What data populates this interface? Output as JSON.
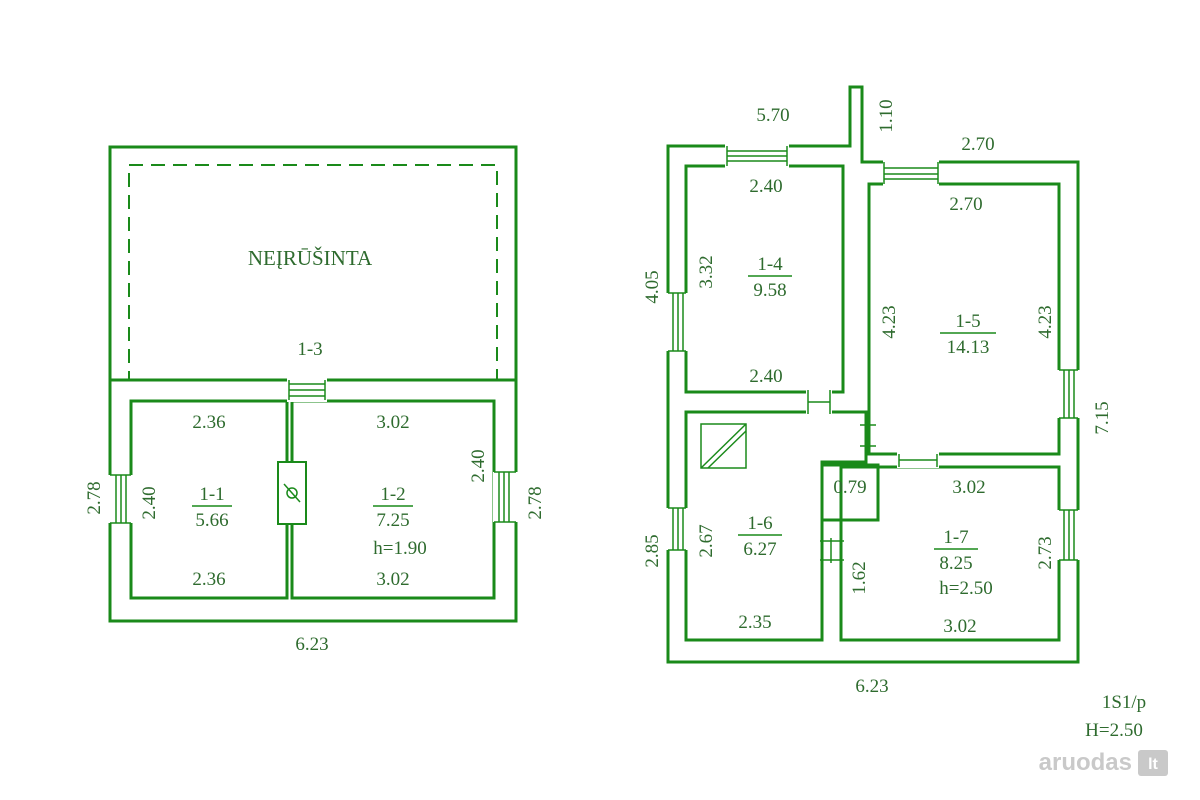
{
  "colors": {
    "line": "#1a8a1a",
    "text": "#2e6b2e",
    "background": "#ffffff",
    "watermark": "#c9c9c9"
  },
  "left_plan": {
    "unfinished_label": "NEĮRŪŠINTA",
    "room_1_3": "1-3",
    "room_1_1": {
      "id": "1-1",
      "area": "5.66",
      "top": "2.36",
      "bottom": "2.36",
      "left": "2.40"
    },
    "room_1_2": {
      "id": "1-2",
      "area": "7.25",
      "height": "h=1.90",
      "top": "3.02",
      "bottom": "3.02",
      "right": "2.40"
    },
    "outer_left": "2.78",
    "outer_right": "2.78",
    "outer_bottom": "6.23"
  },
  "right_plan": {
    "top_left": "5.70",
    "chimney": "1.10",
    "top_right": "2.70",
    "outer_left_upper": "4.05",
    "outer_left_lower": "2.85",
    "outer_right": "7.15",
    "outer_bottom": "6.23",
    "room_1_4": {
      "id": "1-4",
      "area": "9.58",
      "top": "2.40",
      "bottom": "2.40",
      "left": "3.32"
    },
    "room_1_5": {
      "id": "1-5",
      "area": "14.13",
      "top": "2.70",
      "left": "4.23",
      "right": "4.23"
    },
    "closet": "0.79",
    "room_1_6": {
      "id": "1-6",
      "area": "6.27",
      "left": "2.67",
      "bottom": "2.35"
    },
    "room_1_7": {
      "id": "1-7",
      "area": "8.25",
      "height": "h=2.50",
      "top": "3.02",
      "bottom": "3.02",
      "left": "1.62",
      "right": "2.73"
    }
  },
  "stamp": {
    "line1": "1S1/p",
    "line2": "H=2.50"
  },
  "watermark": {
    "text": "aruodas",
    "suffix": "lt"
  }
}
